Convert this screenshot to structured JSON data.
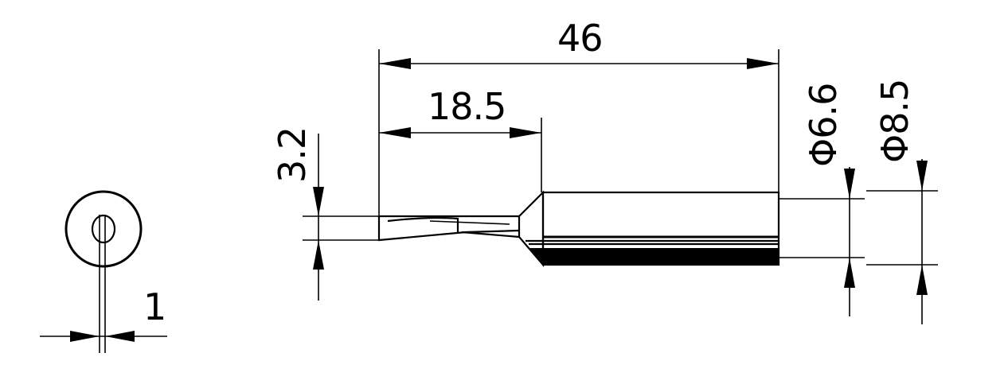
{
  "dimensions": {
    "total_length": "46",
    "tip_length": "18.5",
    "tip_width": "3.2",
    "shank_diameter": "Φ6.6",
    "body_diameter": "Φ8.5",
    "tip_thickness": "1"
  }
}
